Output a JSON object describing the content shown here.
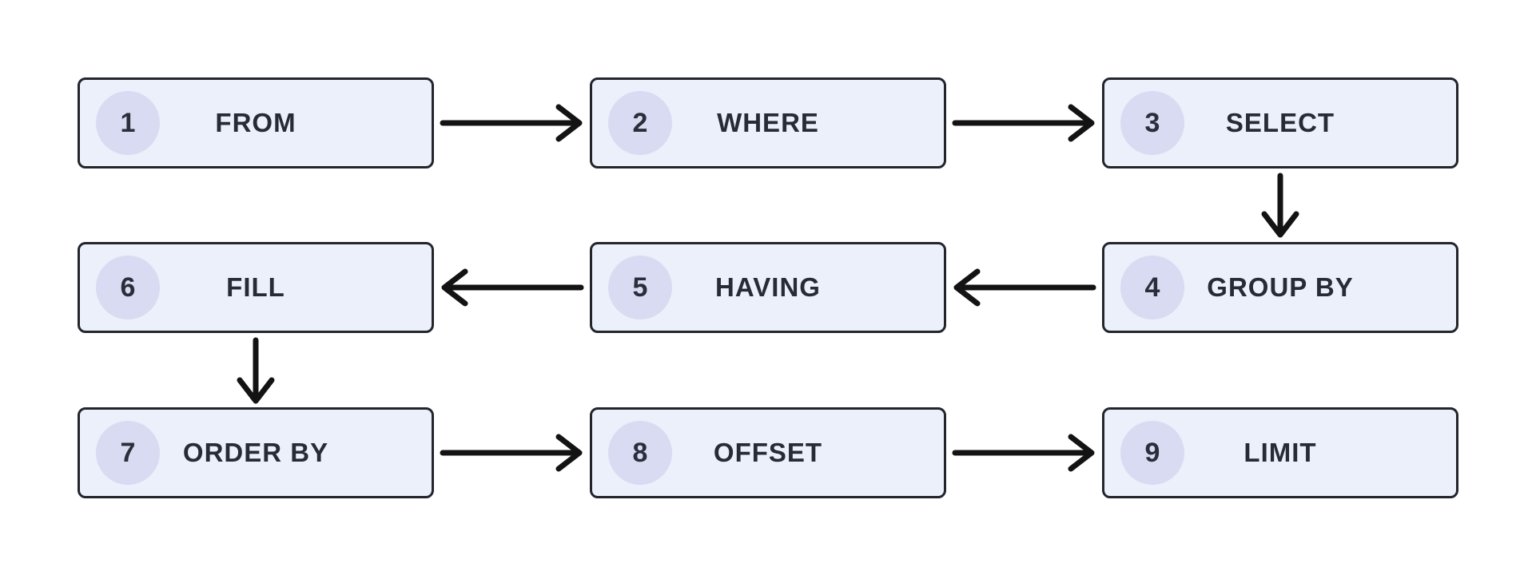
{
  "diagram": {
    "type": "flowchart",
    "nodes": [
      {
        "number": "1",
        "label": "FROM",
        "row": 1,
        "col": 1
      },
      {
        "number": "2",
        "label": "WHERE",
        "row": 1,
        "col": 2
      },
      {
        "number": "3",
        "label": "SELECT",
        "row": 1,
        "col": 3
      },
      {
        "number": "4",
        "label": "GROUP BY",
        "row": 2,
        "col": 3
      },
      {
        "number": "5",
        "label": "HAVING",
        "row": 2,
        "col": 2
      },
      {
        "number": "6",
        "label": "FILL",
        "row": 2,
        "col": 1
      },
      {
        "number": "7",
        "label": "ORDER BY",
        "row": 3,
        "col": 1
      },
      {
        "number": "8",
        "label": "OFFSET",
        "row": 3,
        "col": 2
      },
      {
        "number": "9",
        "label": "LIMIT",
        "row": 3,
        "col": 3
      }
    ],
    "edges": [
      {
        "from": "FROM",
        "to": "WHERE",
        "direction": "right"
      },
      {
        "from": "WHERE",
        "to": "SELECT",
        "direction": "right"
      },
      {
        "from": "SELECT",
        "to": "GROUP BY",
        "direction": "down"
      },
      {
        "from": "GROUP BY",
        "to": "HAVING",
        "direction": "left"
      },
      {
        "from": "HAVING",
        "to": "FILL",
        "direction": "left"
      },
      {
        "from": "FILL",
        "to": "ORDER BY",
        "direction": "down"
      },
      {
        "from": "ORDER BY",
        "to": "OFFSET",
        "direction": "right"
      },
      {
        "from": "OFFSET",
        "to": "LIMIT",
        "direction": "right"
      }
    ],
    "colors": {
      "background": "#FFFFFF",
      "node_fill": "#ECF0FA",
      "node_border": "#23252D",
      "badge_fill": "#D8DBF2",
      "label_text": "#262B36",
      "arrow": "#131313"
    }
  }
}
